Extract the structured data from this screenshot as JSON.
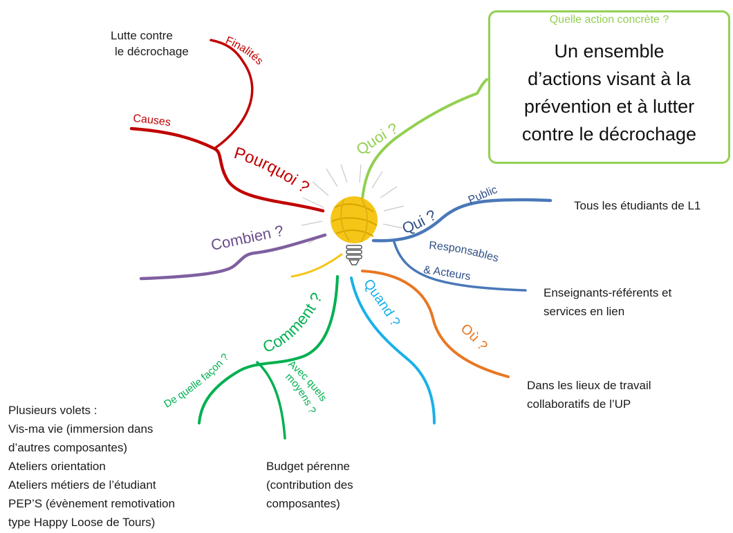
{
  "central_icon": "yarn-lightbulb-icon",
  "colors": {
    "pourquoi": "#c00000",
    "quoi": "#92d050",
    "qui": "#4a78b8",
    "combien": "#7f5fa0",
    "comment": "#00b050",
    "quand": "#1ab0e8",
    "ou": "#e87722",
    "yarn": "#f5c518"
  },
  "branches": {
    "pourquoi": {
      "label": "Pourquoi ?",
      "sub": {
        "finalites": "Finalités",
        "causes": "Causes"
      }
    },
    "quoi": {
      "label": "Quoi ?"
    },
    "qui": {
      "label": "Qui ?",
      "sub": {
        "public": "Public",
        "responsables_1": "Responsables",
        "responsables_2": "& Acteurs"
      }
    },
    "combien": {
      "label": "Combien ?"
    },
    "comment": {
      "label": "Comment ?",
      "sub": {
        "facon": "De quelle façon ?",
        "moyens_1": "Avec quels",
        "moyens_2": "moyens ?"
      }
    },
    "quand": {
      "label": "Quand ?"
    },
    "ou": {
      "label": "Où ?"
    }
  },
  "action_box": {
    "question": "Quelle action concrète ?",
    "answer": [
      "Un ensemble",
      "d’actions visant à la",
      "prévention et à lutter",
      "contre le décrochage"
    ]
  },
  "notes": {
    "lutte": [
      "Lutte contre",
      "le décrochage"
    ],
    "public": [
      "Tous les étudiants de L1"
    ],
    "acteurs": [
      "Enseignants-référents et",
      "services en lien"
    ],
    "lieux": [
      "Dans les lieux de travail",
      "collaboratifs de l’UP"
    ],
    "budget": [
      "Budget pérenne",
      "(contribution des",
      "composantes)"
    ],
    "volets": [
      "Plusieurs  volets :",
      "Vis-ma vie  (immersion dans",
      "d’autres composantes)",
      "Ateliers orientation",
      "Ateliers métiers de l’étudiant",
      "PEP’S (évènement remotivation",
      "type Happy Loose de Tours)"
    ]
  }
}
